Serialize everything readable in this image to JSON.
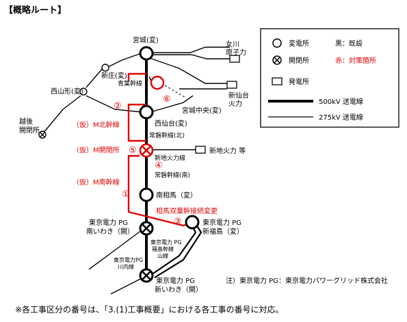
{
  "heading": "【概略ルート】",
  "legend": {
    "substation": "変電所",
    "switching_station": "開閉所",
    "power_plant": "発電所",
    "line_500kv": "500kV 送電線",
    "line_275kv": "275kV 送電線",
    "black_note": "黒：既設",
    "red_note": "赤：対策箇所"
  },
  "nodes": {
    "miyagi": "宮城(変)",
    "onagawa_1": "女川",
    "onagawa_2": "原子力",
    "shinjo": "新庄(変)",
    "nishiyamagata": "西山形(変)",
    "aoba_line": "青葉幹線",
    "shin_sendai_1": "新仙台",
    "shin_sendai_2": "火力",
    "miyagi_chuo": "宮城中央(変)",
    "echigo_1": "越後",
    "echigo_2": "開閉所",
    "nishi_sendai": "西仙台(変)",
    "joban_north": "常磐幹線(北)",
    "m_north_line": "（仮）M北幹線",
    "m_switching": "（仮）M開閉所",
    "shinchi_plant": "新地火力 等",
    "shinchi_line": "新地火力線",
    "joban_south": "常磐幹線(南)",
    "m_south_line": "（仮）M南幹線",
    "minamisoma": "南相馬（変）",
    "soma_futaba": "相馬双葉幹接続変更",
    "minami_iwaki_1": "東京電力 PG",
    "minami_iwaki_2": "南いわき（開）",
    "shin_fukushima_1": "東京電力 PG",
    "shin_fukushima_2": "新福島（変）",
    "fukushima_line_1": "東京電力 PG",
    "fukushima_line_2": "福島幹線",
    "yamakura_line": "山線",
    "kawauchi_line_1": "東京電力PG",
    "kawauchi_line_2": "川内線",
    "shin_iwaki_1": "東京電力 PG",
    "shin_iwaki_2": "新いわき（開）"
  },
  "markers": {
    "m1": "①",
    "m2": "②",
    "m3": "③",
    "m4": "④",
    "m5": "⑤",
    "m6": "⑥"
  },
  "note": "注）東京電力 PG：東京電力パワーグリッド株式会社",
  "footnote": "※各工事区分の番号は、「3.(1)工事概要」における各工事の番号に対応。"
}
